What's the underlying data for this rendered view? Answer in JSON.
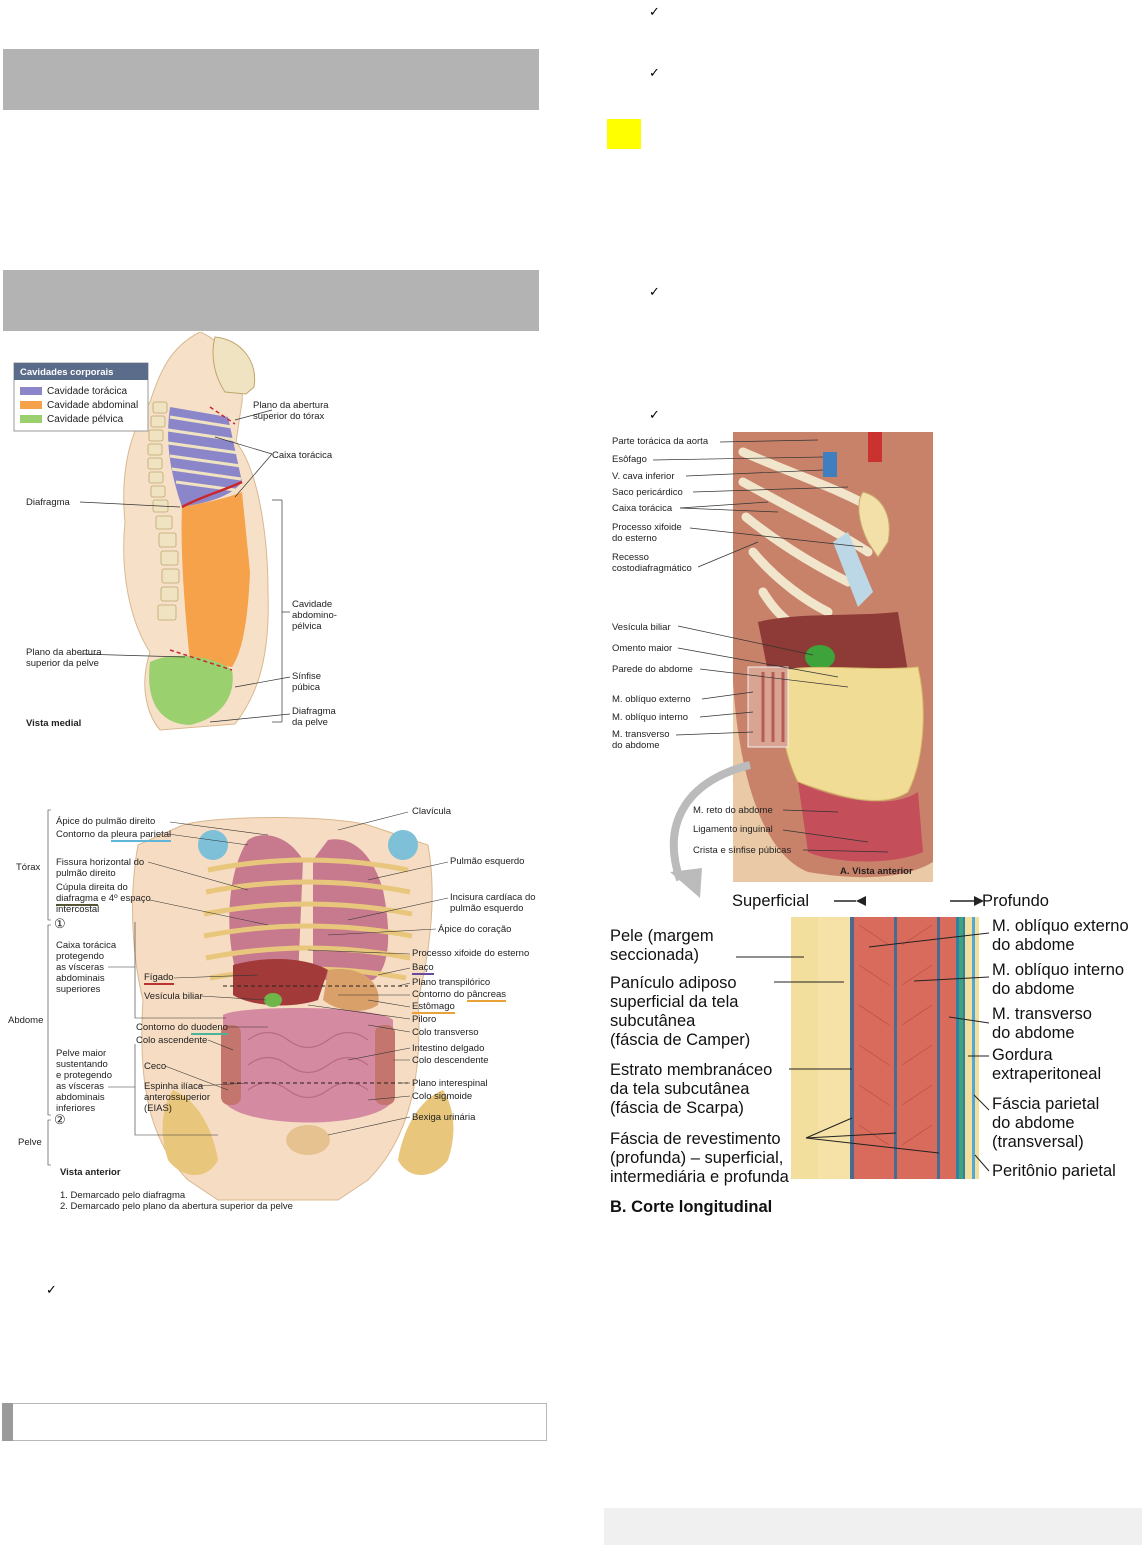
{
  "left": {
    "checks": [
      "✓"
    ],
    "fig1": {
      "legend_title": "Cavidades corporais",
      "legend_items": [
        {
          "label": "Cavidade torácica",
          "color": "#8b86c9"
        },
        {
          "label": "Cavidade abdominal",
          "color": "#f5a24b"
        },
        {
          "label": "Cavidade pélvica",
          "color": "#9bd06e"
        }
      ],
      "labels": {
        "plano_torax": "Plano da abertura\nsuperior do tórax",
        "caixa": "Caixa torácica",
        "diafragma": "Diafragma",
        "cav_abd": "Cavidade\nabdomino-\npélvica",
        "plano_pelve": "Plano da abertura\nsuperior da pelve",
        "sinfise": "Sínfise\npúbica",
        "diaf_pelve": "Diafragma\nda pelve",
        "vista": "Vista medial"
      }
    },
    "fig2": {
      "left_labels": {
        "apice": "Ápice do pulmão direito",
        "contorno_pre": "Contorno da ",
        "contorno_ul": "pleura parietal",
        "torax": "Tórax",
        "fissura": "Fissura horizontal do\npulmão direito",
        "cupula_pre": "Cúpula direita do\n",
        "cupula_ul": "diafragma",
        "cupula_post": " e 4º espaço\nintercostal",
        "num1": "①",
        "caixa_prot": "Caixa torácica\nprotegendo\nas vísceras\nabdominais\nsuperiores",
        "figado": "Fígado",
        "vesicula": "Vesícula biliar",
        "abdome": "Abdome",
        "contorno_duod_pre": "Contorno do ",
        "duodeno": "duodeno",
        "colo_asc": "Colo ascendente",
        "pelve_maior": "Pelve maior\nsustentando\ne protegendo\nas vísceras\nabdominais\ninferiores",
        "ceco": "Ceco",
        "espinha": "Espinha ilíaca\nanterossuperior\n(EIAS)",
        "num2": "②",
        "pelve": "Pelve",
        "vista": "Vista anterior"
      },
      "right_labels": {
        "clavicula": "Clavícula",
        "pulmao_esq": "Pulmão esquerdo",
        "incisura": "Incisura cardíaca do\npulmão esquerdo",
        "apice_cor": "Ápice do coração",
        "xifoide": "Processo xifoide do esterno",
        "baco": "Baço",
        "transpilorico": "Plano transpilórico",
        "contorno_panc_pre": "Contorno do ",
        "pancreas": "pâncreas",
        "estomago": "Estômago",
        "piloro": "Piloro",
        "colo_transv": "Colo transverso",
        "intestino": "Intestino delgado",
        "colo_desc": "Colo descendente",
        "interespinal": "Plano interespinal",
        "sigmoide": "Colo sigmoide",
        "bexiga": "Bexiga urinária"
      },
      "footnotes": [
        "1. Demarcado pelo diafragma",
        "2. Demarcado pelo plano da abertura superior da pelve"
      ]
    }
  },
  "right": {
    "checks": [
      "✓",
      "✓",
      "✓",
      "✓"
    ],
    "fig3": {
      "labels": [
        "Parte torácica da aorta",
        "Esôfago",
        "V. cava inferior",
        "Saco pericárdico",
        "Caixa torácica",
        "Processo xifoide\ndo esterno",
        "Recesso\ncostodiafragmático",
        "Vesícula biliar",
        "Omento maior",
        "Parede do abdome",
        "M. oblíquo externo",
        "M. oblíquo interno",
        "M. transverso\ndo abdome",
        "M. reto do abdome",
        "Ligamento inguinal",
        "Crista e sínfise púbicas"
      ],
      "caption": "A. Vista anterior"
    },
    "fig4": {
      "superficial": "Superficial",
      "profundo": "Profundo",
      "left_labels": [
        "Pele (margem\nseccionada)",
        "Panículo adiposo\nsuperficial da tela\nsubcutânea\n(fáscia de Camper)",
        "Estrato membranáceo\nda tela subcutânea\n(fáscia de Scarpa)",
        "Fáscia de revestimento\n(profunda) – superficial,\nintermediária e profunda"
      ],
      "right_labels": [
        "M. oblíquo externo\ndo abdome",
        "M. oblíquo interno\ndo abdome",
        "M. transverso\ndo abdome",
        "Gordura\nextraperitoneal",
        "Fáscia parietal\ndo abdome\n(transversal)",
        "Peritônio parietal"
      ],
      "caption": "B. Corte longitudinal"
    }
  }
}
